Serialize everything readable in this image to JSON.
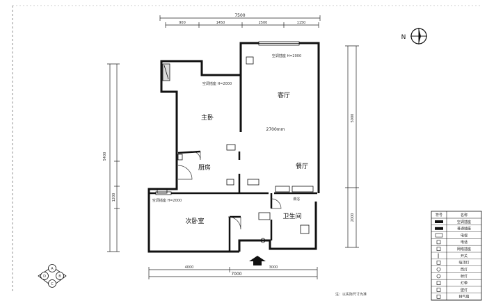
{
  "plan": {
    "rooms": {
      "master_bedroom": "主卧",
      "living_room": "客厅",
      "kitchen": "厨房",
      "dining_room": "餐厅",
      "second_bedroom": "次卧室",
      "bathroom": "卫生间"
    },
    "ceiling_height": "2700mm",
    "dimensions": {
      "top_total": "7500",
      "bottom_total": "7000",
      "bottom_left": "4000",
      "bottom_right": "3000",
      "left_total": "5400",
      "left_segment": "1200",
      "right_upper": "5000",
      "right_lower": "2000",
      "top_segments": [
        "900",
        "1450",
        "2500",
        "1150"
      ]
    },
    "annotations": {
      "living_top": "空调插座 H=2000",
      "master_top": "空调插座 H=2000",
      "second_bedroom_top": "空调插座 H=2000",
      "bath_label": "淋浴"
    },
    "north_symbol": "N",
    "index_letters": [
      "A",
      "B",
      "C",
      "D"
    ],
    "note": "注：以实际尺寸为准"
  },
  "legend": {
    "header_symbol": "符号",
    "header_name": "名称",
    "items": [
      "空调插座",
      "普通插座",
      "电视",
      "电话",
      "网络插座",
      "开关",
      "吸顶灯",
      "筒灯",
      "射灯",
      "灯带",
      "壁灯",
      "排气扇"
    ]
  }
}
